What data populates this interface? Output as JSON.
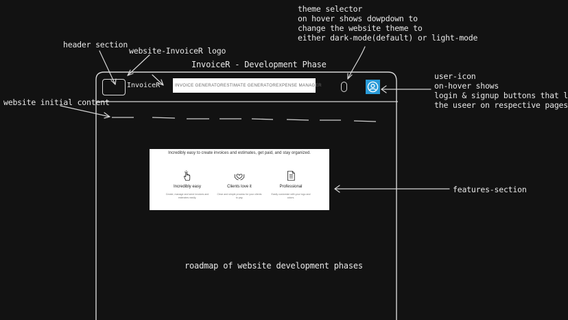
{
  "annotations": {
    "theme_selector": "theme selector\non hover shows dowpdown to\nchange the website theme to\neither dark-mode(default) or light-mode",
    "header_section": "header section",
    "logo_label": "website-InvoiceR logo",
    "dev_phase": "InvoiceR - Development Phase",
    "user_icon": "user-icon\non-hover shows\nlogin & signup buttons that lands\nthe useer on respective pages",
    "initial_content": "website initial content",
    "features_section": "features-section",
    "roadmap": "roadmap of website development phases"
  },
  "header": {
    "logo_text": "InvoiceR",
    "nav": [
      "INVOICE GENERATOR",
      "ESTIMATE GENERATOR",
      "EXPENSE MANAGER"
    ]
  },
  "features": {
    "title": "Incredibly easy to create invoices and estimates, get paid, and stay organized.",
    "items": [
      {
        "title": "Incredibly easy",
        "desc": "Create, manage and send invoices and estimates easily.",
        "icon": "hand-pointer-icon"
      },
      {
        "title": "Clients love it",
        "desc": "Clear and simple process for your clients to pay.",
        "icon": "heart-hands-icon"
      },
      {
        "title": "Professional",
        "desc": "Easily customize with your logo and colors.",
        "icon": "document-icon"
      }
    ]
  },
  "colors": {
    "background": "#121212",
    "sketch": "#dcdcdc",
    "user_icon": "#2a9bd8"
  }
}
